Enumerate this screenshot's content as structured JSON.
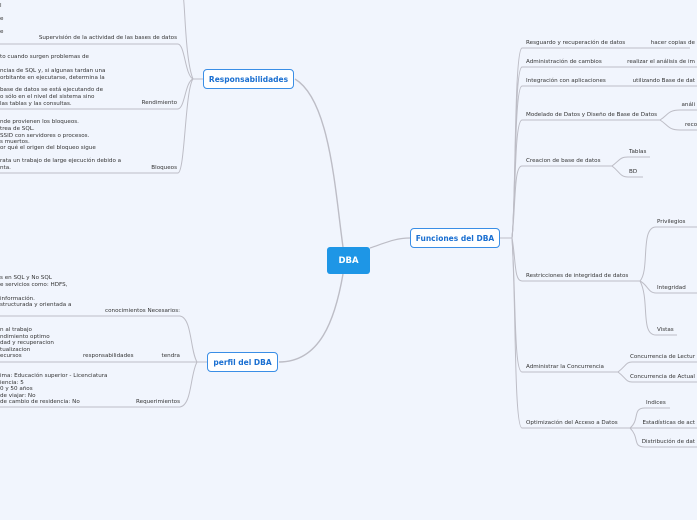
{
  "root": "DBA",
  "responsabilidades": {
    "label": "Responsabilidades",
    "supervision": {
      "lines": [
        "l",
        "e",
        "e"
      ],
      "label": "Supervisión de la actividad de las bases de datos"
    },
    "rendimiento": {
      "lines": [
        "to cuando surgen problemas de",
        "ncias de SQL y, si algunas tardan una",
        "orbitante en ejecutarse, determina la",
        "base de datos se está ejecutando de",
        "o sólo en el nivel del sistema sino",
        "las tablas y las consultas."
      ],
      "label": "Rendimiento"
    },
    "bloqueos": {
      "lines": [
        "nde provienen los bloqueos.",
        "trea de SQL.",
        "SSID con servidores o procesos.",
        "s muertos.",
        "or qué el origen del bloqueo sigue",
        "rata un trabajo de large ejecución debido a",
        "nta."
      ],
      "label": "Bloqueos"
    }
  },
  "perfil": {
    "label": "perfil del DBA",
    "conocimientos": {
      "lines": [
        "s en SQL y No SQL",
        "e servicios como: HDFS,",
        "información.",
        "structurada y orientada a"
      ],
      "label": "conocimientos Necesarios:"
    },
    "tendra": {
      "label": "tendra",
      "sub": "responsabilidades",
      "lines": [
        "n al trabajo",
        "ndimiento optimo",
        "dad y recuperacion",
        "tualizacion",
        "ecursos"
      ]
    },
    "requerimientos": {
      "label": "Requerimientos",
      "lines": [
        "ima: Educación superior - Licenciatura",
        "iencia: 5",
        "0 y 50 años",
        "de viajar: No",
        "de cambio de residencia: No"
      ]
    }
  },
  "funciones": {
    "label": "Funciones del DBA",
    "items": [
      {
        "label": "Resguardo y recuperación de datos",
        "children": [
          "hacer copias de"
        ]
      },
      {
        "label": "Administración de cambios",
        "children": [
          "realizar el análisis de im"
        ]
      },
      {
        "label": "Integración con aplicaciones",
        "children": [
          "utilizando Base de dat"
        ]
      },
      {
        "label": "Modelado de Datos y Diseño de Base de Datos",
        "children": [
          "análi",
          "reco"
        ]
      },
      {
        "label": "Creacion de base de datos",
        "children": [
          "Tablas",
          "BD"
        ]
      },
      {
        "label": "Restricciones de integridad de datos",
        "children": [
          "Privilegios",
          "Integridad",
          "Vistas"
        ]
      },
      {
        "label": "Administrar la Concurrencia",
        "children": [
          "Concurrencia de Lectur",
          "Concurrencia de Actual"
        ]
      },
      {
        "label": "Optimización del Acceso a Datos",
        "children": [
          "Indices",
          "Estadísticas de act",
          "Distribución de dat"
        ]
      }
    ]
  },
  "colors": {
    "root": "#1e96e6",
    "node_border": "#3a8ee6",
    "node_text": "#1a6fd1",
    "lines": "#c0c0c8",
    "background": "#f1f5fd"
  }
}
